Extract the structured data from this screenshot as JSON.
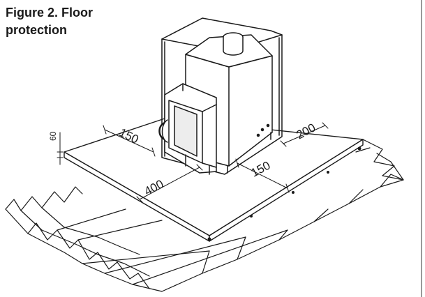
{
  "figure": {
    "caption_line1": "Figure 2. Floor",
    "caption_line2": "protection"
  },
  "dimensions": {
    "front_left": "150",
    "front_gap": "400",
    "right_gap": "200",
    "right_front": "150",
    "thickness": "60"
  },
  "colors": {
    "ink": "#1a1a1a",
    "background": "#ffffff",
    "edge": "#9a9a9a"
  }
}
